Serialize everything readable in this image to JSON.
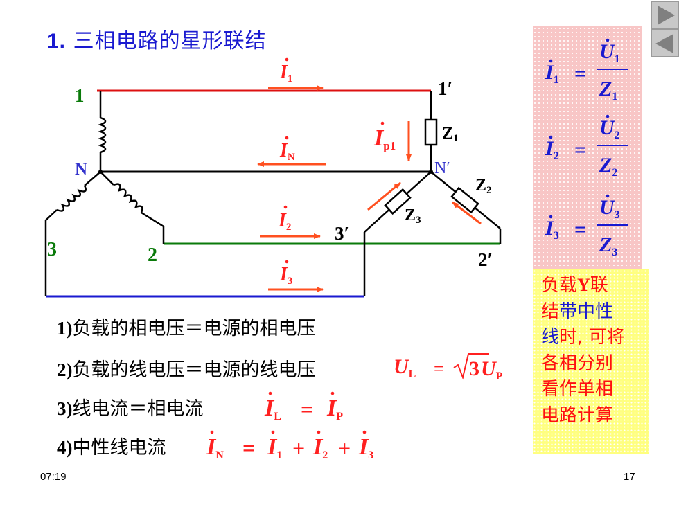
{
  "slide": {
    "title_num": "1.",
    "title_text": "三相电路的星形联结",
    "time": "07:19",
    "page": "17"
  },
  "circuit": {
    "node_1": "1",
    "node_2": "2",
    "node_3": "3",
    "node_N": "N",
    "node_1p": "1′",
    "node_2p": "2′",
    "node_3p": "3′",
    "node_Np": "N′",
    "z1_label": "Z",
    "z1_sub": "1",
    "z2_label": "Z",
    "z2_sub": "2",
    "z3_label": "Z",
    "z3_sub": "3",
    "i1_base": "I",
    "i1_sub": "1",
    "i2_base": "I",
    "i2_sub": "2",
    "i3_base": "I",
    "i3_sub": "3",
    "in_base": "I",
    "in_sub": "N",
    "ip1_base": "I",
    "ip1_sub": "p1",
    "colors": {
      "line1": "#dd1010",
      "line2": "#0a7a0a",
      "line3": "#1a1ad0",
      "label_green": "#0a7a0a",
      "label_blue": "#3333cc",
      "arrow": "#ff5020"
    }
  },
  "formulas": {
    "f1": {
      "lhs": "I",
      "lhs_sub": "1",
      "eq": "=",
      "num": "U",
      "num_sub": "1",
      "den": "Z",
      "den_sub": "1"
    },
    "f2": {
      "lhs": "I",
      "lhs_sub": "2",
      "eq": "=",
      "num": "U",
      "num_sub": "2",
      "den": "Z",
      "den_sub": "2"
    },
    "f3": {
      "lhs": "I",
      "lhs_sub": "3",
      "eq": "=",
      "num": "U",
      "num_sub": "3",
      "den": "Z",
      "den_sub": "3"
    }
  },
  "note": {
    "l1a": "负载",
    "l1b": "Y",
    "l1c": "联",
    "l2a": "结",
    "l2b": "带中性",
    "l3a": "线",
    "l3b": "时, 可将",
    "l4": "各相分别",
    "l5": "看作单相",
    "l6": "电路计算"
  },
  "statements": {
    "s1_num": "1)",
    "s1_text": "负载的相电压＝电源的相电压",
    "s2_num": "2)",
    "s2_text": "负载的线电压＝电源的线电压",
    "s2_eq_lhs": "U",
    "s2_eq_lhs_sub": "L",
    "s2_eq_eq": "=",
    "s2_eq_root": "3",
    "s2_eq_rhs": "U",
    "s2_eq_rhs_sub": "P",
    "s3_num": "3)",
    "s3_text": "线电流＝相电流",
    "s3_lhs": "I",
    "s3_lhs_sub": "L",
    "s3_eq": "=",
    "s3_rhs": "I",
    "s3_rhs_sub": "P",
    "s4_num": "4)",
    "s4_text": "中性线电流",
    "s4_lhs": "I",
    "s4_lhs_sub": "N",
    "s4_eq": "=",
    "s4_t1": "I",
    "s4_t1_sub": "1",
    "s4_plus1": "+",
    "s4_t2": "I",
    "s4_t2_sub": "2",
    "s4_plus2": "+",
    "s4_t3": "I",
    "s4_t3_sub": "3"
  },
  "nav": {
    "next_icon": "play-right-icon",
    "prev_icon": "play-left-icon"
  }
}
